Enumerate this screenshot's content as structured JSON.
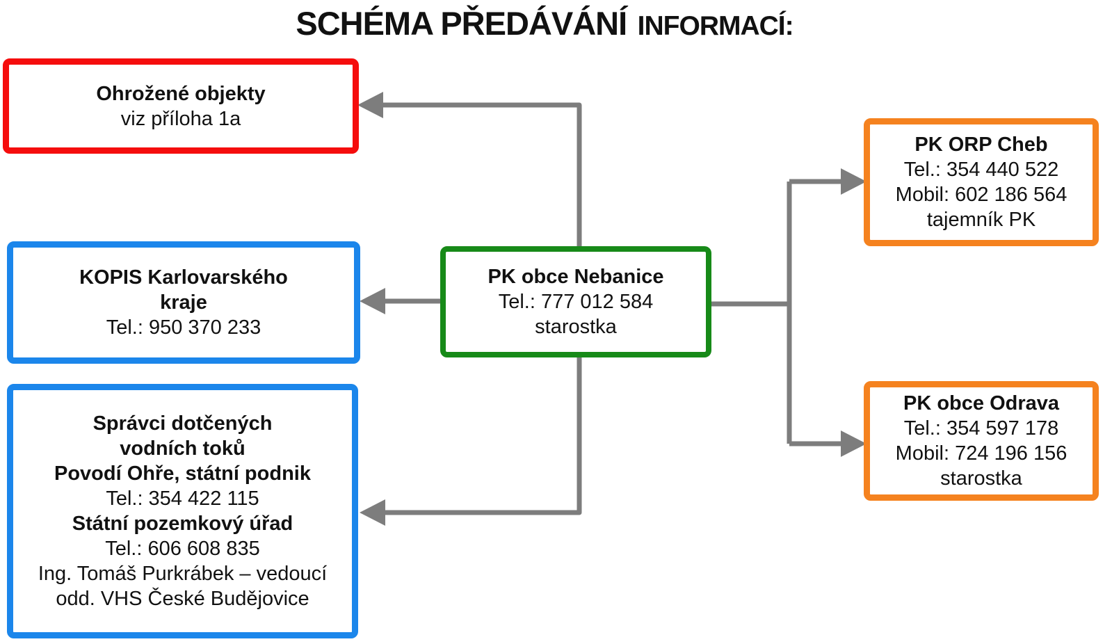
{
  "title": {
    "main": "SCHÉMA PŘEDÁVÁNÍ",
    "secondary": "INFORMACÍ:"
  },
  "colors": {
    "red": "#f50d0d",
    "blue": "#1b86eb",
    "green": "#178a18",
    "orange": "#f5821f",
    "gray": "#7d7d7d"
  },
  "nodes": {
    "ohrozene_objekty": {
      "lines": [
        {
          "text": "Ohrožené objekty",
          "bold": true
        },
        {
          "text": "viz příloha 1a",
          "bold": false
        }
      ]
    },
    "kopis": {
      "lines": [
        {
          "text": "KOPIS Karlovarského",
          "bold": true
        },
        {
          "text": "kraje",
          "bold": true
        },
        {
          "text": "Tel.: 950 370 233",
          "bold": false
        }
      ]
    },
    "spravci": {
      "lines": [
        {
          "text": "Správci dotčených",
          "bold": true
        },
        {
          "text": "vodních toků",
          "bold": true
        },
        {
          "text": "Povodí Ohře, státní podnik",
          "bold": true
        },
        {
          "text": "Tel.: 354 422 115",
          "bold": false
        },
        {
          "text": "Státní pozemkový úřad",
          "bold": true
        },
        {
          "text": "Tel.: 606 608 835",
          "bold": false
        },
        {
          "text": "Ing. Tomáš Purkrábek – vedoucí",
          "bold": false
        },
        {
          "text": "odd. VHS České Budějovice",
          "bold": false
        }
      ]
    },
    "nebanice": {
      "lines": [
        {
          "text": "PK obce Nebanice",
          "bold": true
        },
        {
          "text": "Tel.: 777 012 584",
          "bold": false
        },
        {
          "text": "starostka",
          "bold": false
        }
      ]
    },
    "cheb": {
      "lines": [
        {
          "text": "PK ORP Cheb",
          "bold": true
        },
        {
          "text": "Tel.: 354 440 522",
          "bold": false
        },
        {
          "text": "Mobil: 602 186 564",
          "bold": false
        },
        {
          "text": "tajemník PK",
          "bold": false
        }
      ]
    },
    "odrava": {
      "lines": [
        {
          "text": "PK obce Odrava",
          "bold": true
        },
        {
          "text": "Tel.: 354 597 178",
          "bold": false
        },
        {
          "text": "Mobil: 724 196 156",
          "bold": false
        },
        {
          "text": "starostka",
          "bold": false
        }
      ]
    }
  },
  "connections": [
    {
      "from": "PK obce Nebanice",
      "to": "Ohrožené objekty"
    },
    {
      "from": "PK obce Nebanice",
      "to": "KOPIS Karlovarského kraje"
    },
    {
      "from": "PK obce Nebanice",
      "to": "Správci dotčených vodních toků"
    },
    {
      "from": "PK obce Nebanice",
      "to": "PK ORP Cheb"
    },
    {
      "from": "PK obce Nebanice",
      "to": "PK obce Odrava"
    }
  ]
}
